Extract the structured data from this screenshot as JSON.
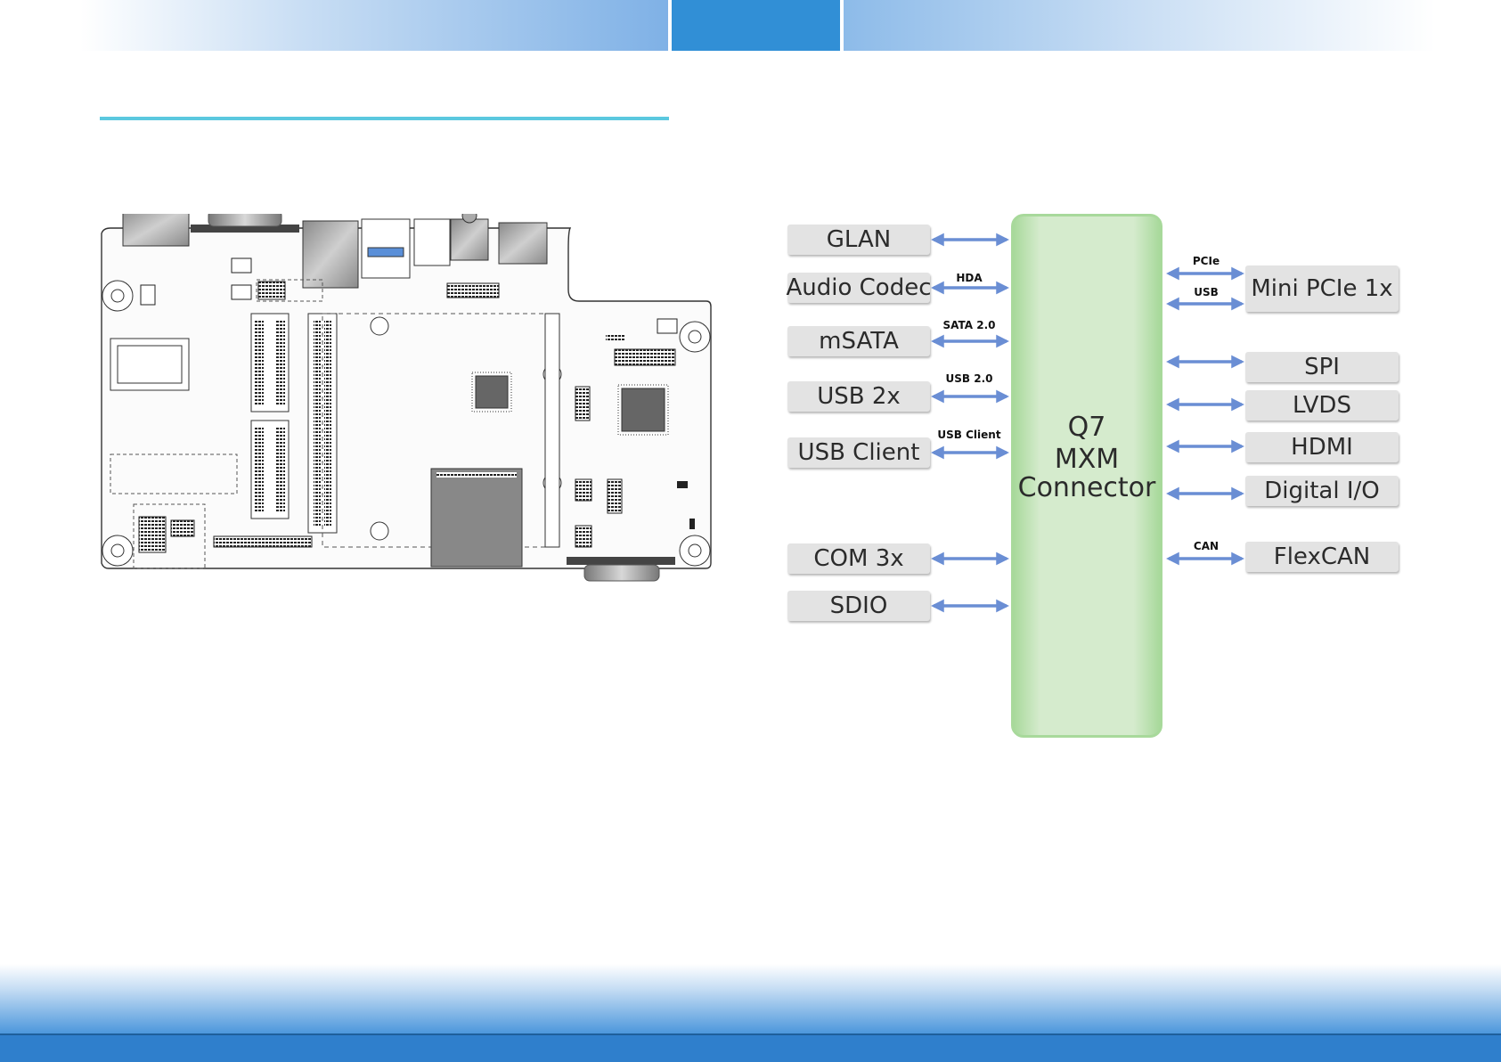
{
  "colors": {
    "header_blue": "#318fd6",
    "rule_cyan": "#5bc8df",
    "arrow_blue": "#6a8ed4",
    "core_green": "#d5ebcd",
    "block_gray": "#e3e3e3"
  },
  "diagram": {
    "core": {
      "line1": "Q7",
      "line2": "MXM",
      "line3": "Connector"
    },
    "left_blocks": [
      {
        "label": "GLAN",
        "tag": ""
      },
      {
        "label": "Audio Codec",
        "tag": "HDA"
      },
      {
        "label": "mSATA",
        "tag": "SATA 2.0"
      },
      {
        "label": "USB 2x",
        "tag": "USB 2.0"
      },
      {
        "label": "USB Client",
        "tag": "USB Client"
      },
      {
        "label": "COM 3x",
        "tag": ""
      },
      {
        "label": "SDIO",
        "tag": ""
      }
    ],
    "right_blocks": [
      {
        "label": "Mini PCIe 1x",
        "tags": [
          "PCIe",
          "USB"
        ]
      },
      {
        "label": "SPI",
        "tags": []
      },
      {
        "label": "LVDS",
        "tags": []
      },
      {
        "label": "HDMI",
        "tags": []
      },
      {
        "label": "Digital I/O",
        "tags": []
      },
      {
        "label": "FlexCAN",
        "tags": [
          "CAN"
        ]
      }
    ]
  }
}
